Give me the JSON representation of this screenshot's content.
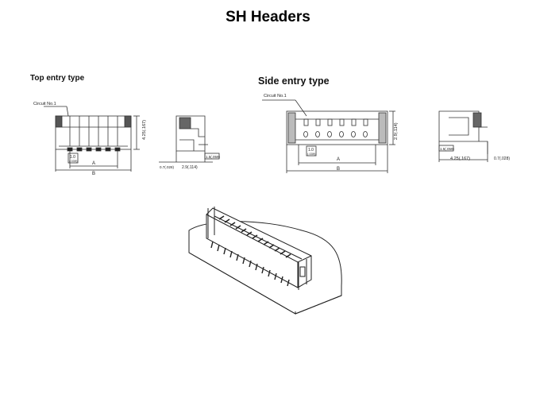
{
  "title": "SH Headers",
  "top_entry": {
    "label": "Top entry type",
    "circuit": "Circuit No.1",
    "pitch": "1.0",
    "pitch_in": "(.039)",
    "dim_a": "A",
    "dim_b": "B",
    "height": "4.25(.167)",
    "side_w": "2.9(.114)",
    "side_h": "1.5(.059)",
    "side_l": "0.7(.028)"
  },
  "side_entry": {
    "label": "Side entry type",
    "circuit": "Circuit No.1",
    "pitch": "1.0",
    "pitch_in": "(.039)",
    "dim_a": "A",
    "dim_b": "B",
    "height": "2.9(.114)",
    "side_h": "1.5(.059)",
    "side_w": "4.25(.167)",
    "side_l": "0.7(.028)"
  }
}
